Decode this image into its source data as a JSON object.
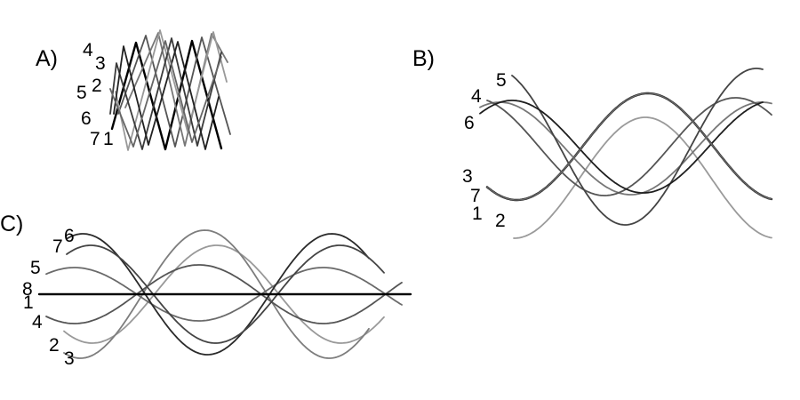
{
  "panels": [
    {
      "id": "A",
      "label": "A)",
      "waveform": "triangle",
      "curves": [
        {
          "label": "1",
          "color": "#000000"
        },
        {
          "label": "2",
          "color": "#555555"
        },
        {
          "label": "3",
          "color": "#777777"
        },
        {
          "label": "4",
          "color": "#999999"
        },
        {
          "label": "5",
          "color": "#3a3a3a"
        },
        {
          "label": "6",
          "color": "#222222"
        },
        {
          "label": "7",
          "color": "#666666"
        }
      ]
    },
    {
      "id": "B",
      "label": "B)",
      "waveform": "sine",
      "curves": [
        {
          "label": "1",
          "color": "#000000"
        },
        {
          "label": "2",
          "color": "#9a9a9a"
        },
        {
          "label": "3",
          "color": "#777777"
        },
        {
          "label": "4",
          "color": "#555555"
        },
        {
          "label": "5",
          "color": "#444444"
        },
        {
          "label": "6",
          "color": "#1e1e1e"
        },
        {
          "label": "7",
          "color": "#666666"
        }
      ]
    },
    {
      "id": "C",
      "label": "C)",
      "waveform": "sine",
      "curves": [
        {
          "label": "1",
          "color": "#000000"
        },
        {
          "label": "2",
          "color": "#999999"
        },
        {
          "label": "3",
          "color": "#7d7d7d"
        },
        {
          "label": "4",
          "color": "#555555"
        },
        {
          "label": "5",
          "color": "#6a6a6a"
        },
        {
          "label": "6",
          "color": "#2a2a2a"
        },
        {
          "label": "7",
          "color": "#444444"
        },
        {
          "label": "8",
          "color": "#000000"
        }
      ]
    }
  ]
}
